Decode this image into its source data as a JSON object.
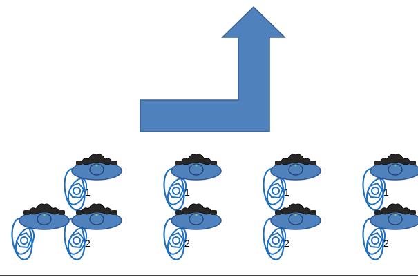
{
  "colors": {
    "arrow_fill": "#4f81bd",
    "arrow_stroke": "#385d8a",
    "robot_body": "#4f81bd",
    "robot_outline": "#2f5597",
    "robot_top": "#262626",
    "wheel": "#1f6fc1",
    "baseline": "#000000"
  },
  "arrow": {
    "shape": "up-turn-arrow"
  },
  "robots": [
    {
      "group": 1,
      "labels": [
        "1",
        "2"
      ],
      "with_extra_lower_left": true
    },
    {
      "group": 2,
      "labels": [
        "1",
        "2"
      ],
      "with_extra_lower_left": false
    },
    {
      "group": 3,
      "labels": [
        "1",
        "2"
      ],
      "with_extra_lower_left": false
    },
    {
      "group": 4,
      "labels": [
        "1",
        "2"
      ],
      "with_extra_lower_left": false
    }
  ]
}
